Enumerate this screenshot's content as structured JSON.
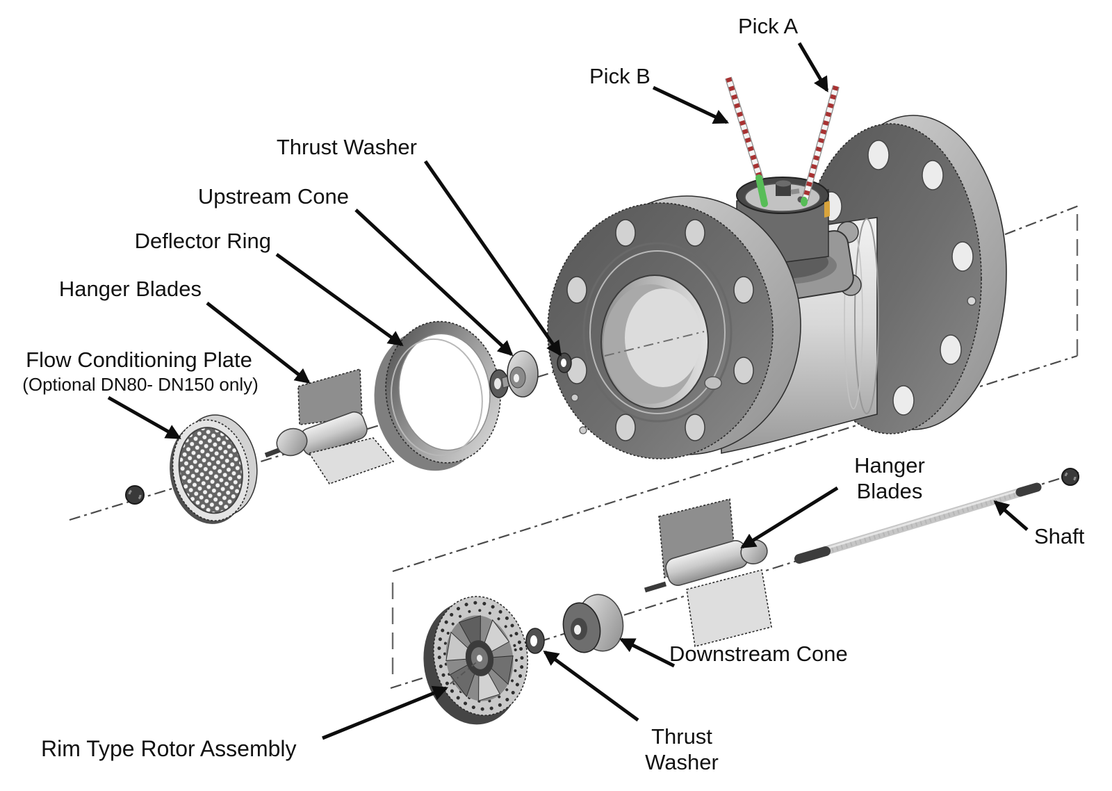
{
  "figure": {
    "type": "exploded-parts-diagram",
    "subject": "Turbine flow meter exploded view with labeled components",
    "background": "#ffffff",
    "labels": {
      "pick_a": "Pick A",
      "pick_b": "Pick B",
      "thrust_washer_upper": "Thrust Washer",
      "upstream_cone": "Upstream Cone",
      "deflector_ring": "Deflector Ring",
      "hanger_blades_upper": "Hanger Blades",
      "flow_conditioning_plate": "Flow Conditioning Plate",
      "flow_conditioning_plate_note": "(Optional DN80- DN150 only)",
      "hanger_blades_lower": {
        "line1": "Hanger",
        "line2": "Blades"
      },
      "shaft": "Shaft",
      "downstream_cone": "Downstream Cone",
      "thrust_washer_lower": {
        "line1": "Thrust",
        "line2": "Washer"
      },
      "rotor": "Rim Type Rotor Assembly"
    },
    "colors": {
      "probe_stripe_red": "#a83232",
      "probe_green": "#57bd57",
      "detail_orange": "#d9a43c",
      "ink": "#0d0d0d"
    }
  }
}
